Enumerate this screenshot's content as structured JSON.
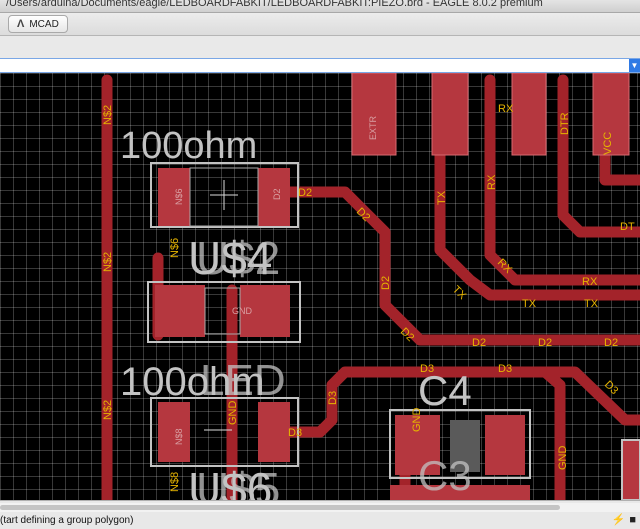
{
  "window": {
    "title": "/Users/arduina/Documents/eagle/LEDBOARDFABKIT/LEDBOARDFABKIT:PIEZO.brd - EAGLE 8.0.2 premium"
  },
  "toolbar": {
    "mcad_icon": "autodesk-logo-icon",
    "mcad_label": "MCAD"
  },
  "command_line": {
    "value": "",
    "dropdown_icon": "chevron-down-icon"
  },
  "board": {
    "colors": {
      "background": "#000000",
      "trace": "#a3232a",
      "pad": "#b5373f",
      "name_text": "#c3c3c3",
      "signal_label": "#e6b400"
    },
    "names": {
      "r1_value": "100ohm",
      "r1_ref": "U$4",
      "u_ref_overlap": "U$2",
      "led_value": "100ohm",
      "led_label": "LED",
      "u_bottom_a": "U$6",
      "u_bottom_b": "U$5",
      "cap_ref": "C4",
      "cap_ref_b": "C3"
    },
    "signals": {
      "n2": "N$2",
      "n6": "N$6",
      "n8": "N$8",
      "d2": "D2",
      "d3": "D3",
      "tx": "TX",
      "rx": "RX",
      "dtr": "DTR",
      "gnd": "GND",
      "vcc": "VCC",
      "pad_n6": "N$6",
      "pad_n8": "N$8",
      "pad_d2": "D2",
      "pad_d3": "D3",
      "pad_gnd": "GND",
      "pad_ext": "EXTR",
      "dt": "DT"
    }
  },
  "status": {
    "text": "(tart defining a group polygon)",
    "go_icon": "lightning-icon",
    "stop_icon": "stop-icon"
  }
}
